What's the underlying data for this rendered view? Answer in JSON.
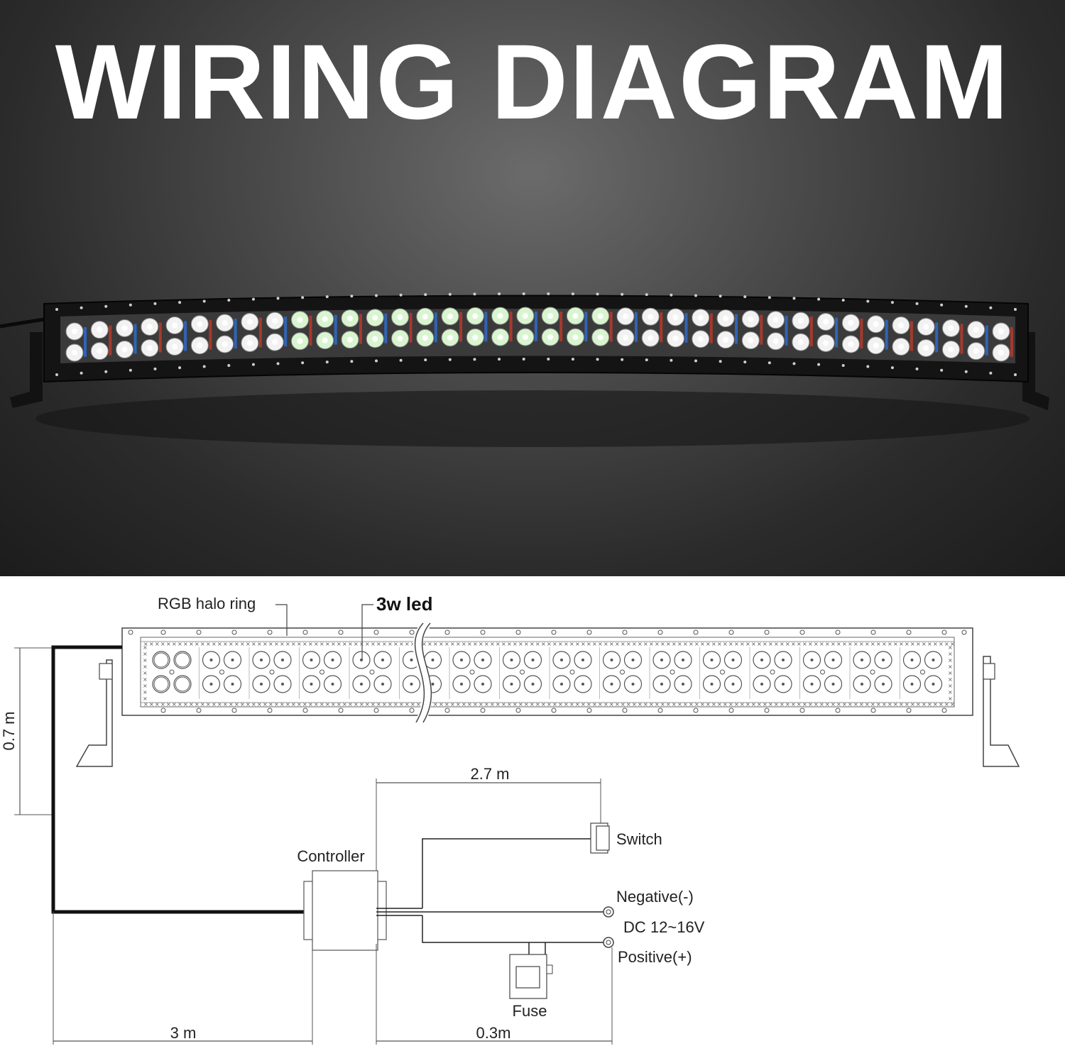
{
  "hero": {
    "title": "WIRING DIAGRAM"
  },
  "diagram": {
    "rgb_halo_label": "RGB halo ring",
    "led_label": "3w led",
    "height_dim": "0.7 m",
    "top_dim": "2.7 m",
    "switch_label": "Switch",
    "controller_label": "Controller",
    "negative_label": "Negative(-)",
    "voltage_label": "DC 12~16V",
    "positive_label": "Positive(+)",
    "fuse_label": "Fuse",
    "left_dim": "3 m",
    "bottom_dim": "0.3m"
  },
  "colors": {
    "led_white": "#f2f2f2",
    "led_green": "#d9f5d0",
    "halo_red": "#c0392b",
    "halo_blue": "#2d6fd6"
  }
}
